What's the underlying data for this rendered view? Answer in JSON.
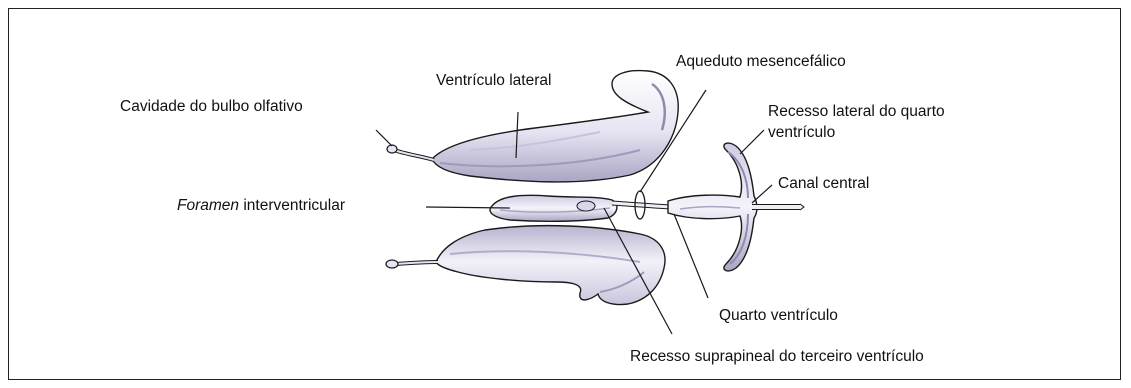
{
  "labels": {
    "ventriculo_lateral": "Ventrículo lateral",
    "aqueduto": "Aqueduto mesencefálico",
    "cavidade_bulbo": "Cavidade do bulbo olfativo",
    "recesso_lateral_1": "Recesso lateral do quarto",
    "recesso_lateral_2": "ventrículo",
    "canal_central": "Canal central",
    "foramen_italic": "Foramen",
    "foramen_rest": " interventricular",
    "quarto_ventriculo": "Quarto ventrículo",
    "recesso_suprapineal": "Recesso suprapineal do terceiro ventrículo"
  },
  "colors": {
    "ventricle_fill": "#e6e4f2",
    "ventricle_shade": "#a9a5c4",
    "outline": "#1a1a1a",
    "frame": "#222222"
  }
}
